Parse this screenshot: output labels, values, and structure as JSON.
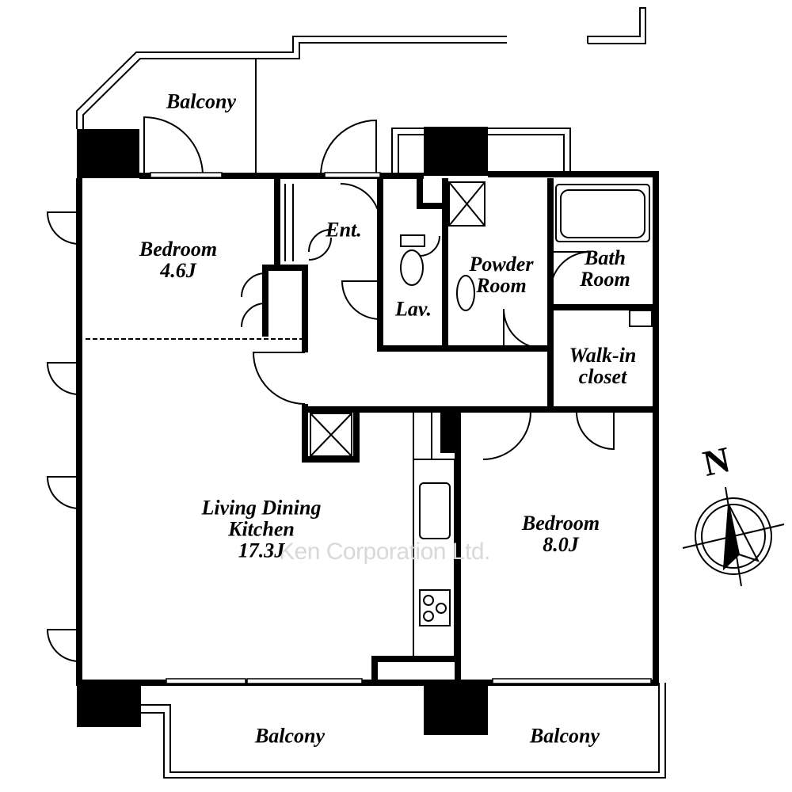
{
  "rooms": {
    "balcony_top": "Balcony",
    "bedroom_small": "Bedroom\n4.6J",
    "entrance": "Ent.",
    "lavatory": "Lav.",
    "powder_room": "Powder\nRoom",
    "bath_room": "Bath\nRoom",
    "walk_in_closet": "Walk-in\ncloset",
    "ldk": "Living Dining\nKitchen\n17.3J",
    "bedroom_large": "Bedroom\n8.0J",
    "balcony_bottom_left": "Balcony",
    "balcony_bottom_right": "Balcony"
  },
  "compass": {
    "north_label": "N",
    "icon": "compass-rose-icon"
  },
  "watermark": "Ken Corporation Ltd."
}
